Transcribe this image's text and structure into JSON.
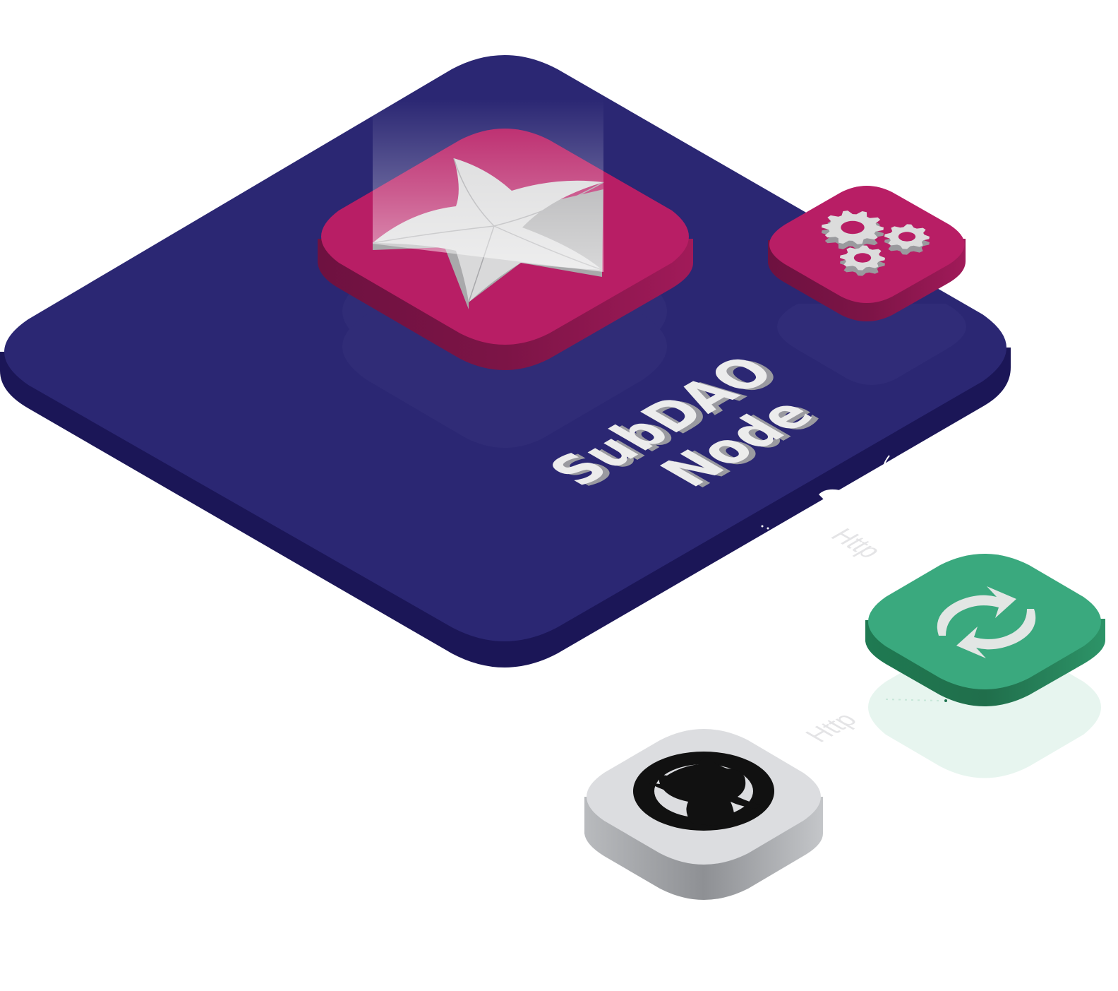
{
  "diagram": {
    "main_platform": {
      "label_line1": "SubDAO",
      "label_line2": "Node",
      "top_color": "#2b2773",
      "side_color": "#1b1657",
      "shadow_color": "#3a3680"
    },
    "substrate_block": {
      "icon": "starfish-icon",
      "top_color": "#b81e65",
      "side_color": "#761342",
      "icon_color": "#d9d9da"
    },
    "gears_block": {
      "icon": "gears-icon",
      "top_color": "#b81e65",
      "side_color": "#761342",
      "icon_color": "#dcdcdc"
    },
    "sync_block": {
      "icon": "sync-arrows-icon",
      "top_color": "#3aa97e",
      "side_color": "#22754f",
      "icon_color": "#e2e6e4"
    },
    "github_block": {
      "icon": "github-octocat-icon",
      "top_color": "#dcdde0",
      "side_color": "#9c9ea2",
      "icon_color": "#111111"
    },
    "connections": [
      {
        "label": "Http"
      },
      {
        "label": "Http"
      }
    ]
  }
}
